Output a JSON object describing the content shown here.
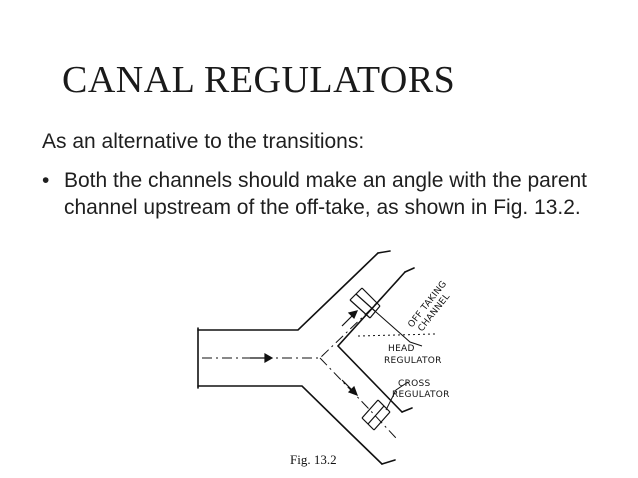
{
  "slide": {
    "title": "CANAL REGULATORS",
    "intro": "As an alternative to the transitions:",
    "bullet_marker": "•",
    "bullet_text": "Both the channels should make an angle with the parent channel upstream of the off-take, as shown in Fig. 13.2."
  },
  "figure": {
    "offtake_line1": "OFF TAKING",
    "offtake_line2": "CHANNEL",
    "head_line1": "HEAD",
    "head_line2": "REGULATOR",
    "cross_line1": "CROSS",
    "cross_line2": "REGULATOR",
    "caption": "Fig. 13.2"
  }
}
